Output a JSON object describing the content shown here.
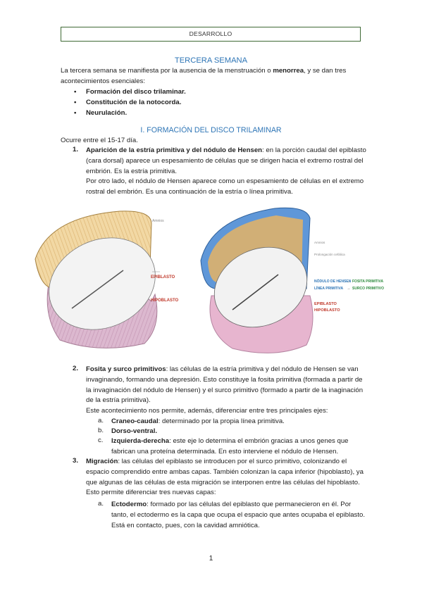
{
  "header": "DESARROLLO",
  "title": "TERCERA SEMANA",
  "intro_pre": "La tercera semana se manifiesta por la ausencia de la menstruación o ",
  "intro_bold": "menorrea",
  "intro_post": ", y se dan tres acontecimientos esenciales:",
  "bullets": [
    "Formación del disco trilaminar.",
    "Constitución de la notocorda.",
    "Neurulación."
  ],
  "section_title": "I. FORMACIÓN DEL DISCO TRILAMINAR",
  "occurs": "Ocurre entre el 15-17 día.",
  "item1": {
    "num": "1.",
    "bold": "Aparición de la estría primitiva y del nódulo de Hensen",
    "text": ": en la porción caudal del epiblasto (cara dorsal) aparece un espesamiento de células que se dirigen hacia el extremo rostral del embrión. Es la estría primitiva.",
    "text2": "Por otro lado, el nódulo de Hensen aparece como un espesamiento de células en el extremo rostral del embrión. Es una continuación de la estría o línea primitiva."
  },
  "fig_left": {
    "amnios": "Amnios",
    "epiblasto": "EPIBLASTO",
    "hipoblasto": "HIPOBLASTO"
  },
  "fig_right": {
    "amnios": "Amnios",
    "prolongacion": "Prolongación cefálica",
    "nodulo": "NÓDULO DE HENSEN",
    "fosita": "FOSITA PRIMITIVA",
    "linea": "LÍNEA PRIMITIVA",
    "surco": "SURCO PRIMITIVO",
    "epiblasto": "EPIBLASTO",
    "hipoblasto": "HIPOBLASTO"
  },
  "item2": {
    "num": "2.",
    "bold": "Fosita y surco primitivos",
    "text": ": las células de la estría primitiva y del nódulo de Hensen se van invaginando, formando una depresión. Esto constituye la fosita primitiva (formada a partir de la invaginación del nódulo de Hensen) y el surco primitivo (formado a partir de la inaginación de la estría primitiva).",
    "text2": "Este acontecimiento nos permite, además, diferenciar entre tres principales ejes:"
  },
  "axes": [
    {
      "letter": "a.",
      "bold": "Craneo-caudal",
      "text": ": determinado por la propia línea primitiva."
    },
    {
      "letter": "b.",
      "bold": "Dorso-ventral.",
      "text": ""
    },
    {
      "letter": "c.",
      "bold": "Izquierda-derecha",
      "text": ": este eje lo determina el embrión gracias a unos genes que fabrican una proteína determinada. En esto interviene el nódulo de Hensen."
    }
  ],
  "item3": {
    "num": "3.",
    "bold": "Migración",
    "text": ": las células del epiblasto se introducen por el surco primitivo, colonizando el espacio comprendido entre ambas capas. También colonizan la capa inferior (hipoblasto), ya que algunas de las células de esta migración se interponen entre las células del hipoblasto. Esto permite diferenciar tres nuevas capas:"
  },
  "layer_a": {
    "letter": "a.",
    "bold": "Ectodermo",
    "text": ": formado por las células del epiblasto que permanecieron en él. Por tanto, el ectodermo es la capa que ocupa el espacio que antes ocupaba el epiblasto. Está en contacto, pues, con la cavidad amniótica."
  },
  "page_number": "1",
  "colors": {
    "accent": "#2e75b6",
    "label_red": "#c0392b",
    "label_green": "#2e8b3e",
    "frame": "#3f6a35"
  }
}
